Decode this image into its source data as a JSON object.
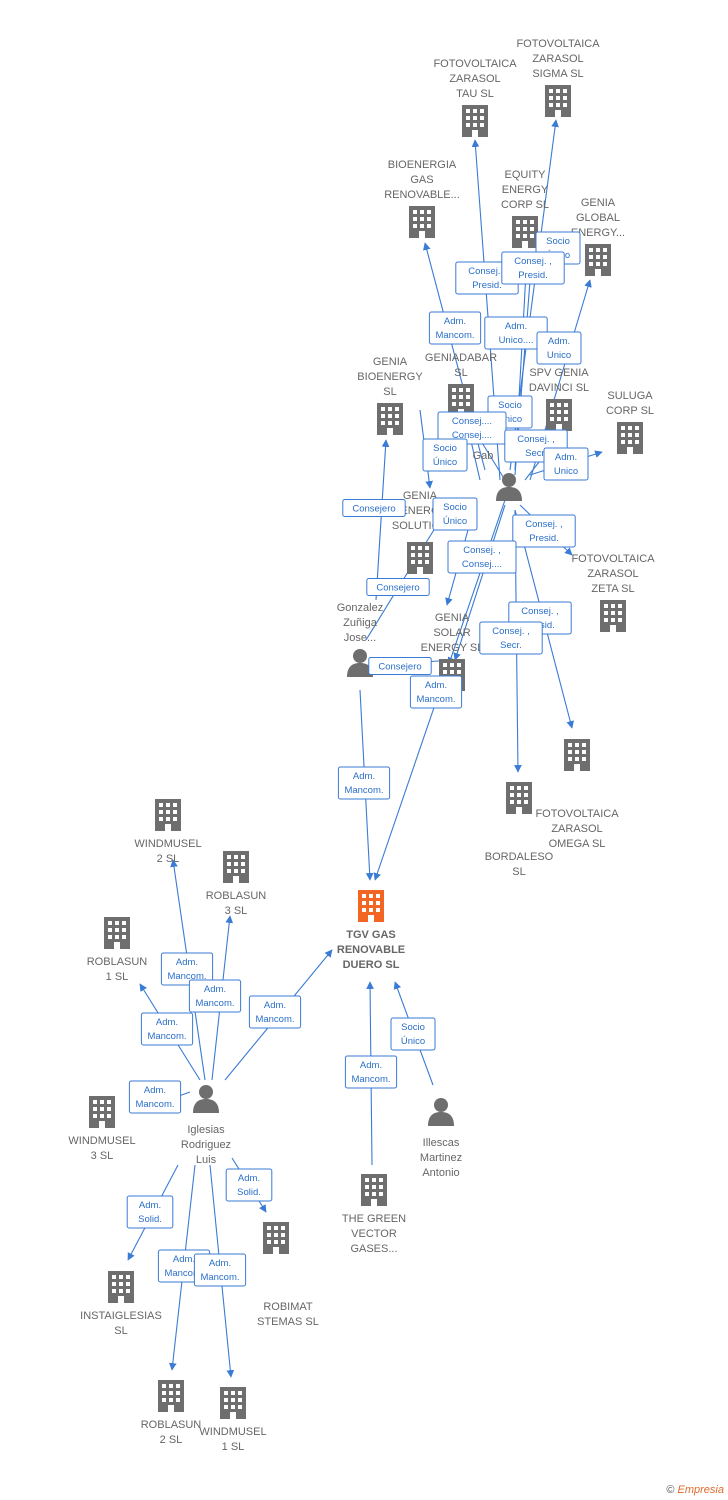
{
  "colors": {
    "edge": "#3a7bd5",
    "company": "#6e6e6e",
    "focus_company": "#f26522",
    "person": "#6e6e6e"
  },
  "nodes": [
    {
      "id": "tgv",
      "type": "company",
      "focus": true,
      "lines": [
        "TGV GAS",
        "RENOVABLE",
        "DUERO  SL"
      ]
    },
    {
      "id": "fz_tau",
      "type": "company",
      "lines": [
        "FOTOVOLTAICA",
        "ZARASOL",
        "TAU  SL"
      ]
    },
    {
      "id": "fz_sigma",
      "type": "company",
      "lines": [
        "FOTOVOLTAICA",
        "ZARASOL",
        "SIGMA  SL"
      ]
    },
    {
      "id": "bioenergia",
      "type": "company",
      "lines": [
        "BIOENERGIA",
        "GAS",
        "RENOVABLE..."
      ]
    },
    {
      "id": "equity",
      "type": "company",
      "lines": [
        "EQUITY",
        "ENERGY",
        "CORP SL"
      ]
    },
    {
      "id": "genia_global",
      "type": "company",
      "lines": [
        "GENIA",
        "GLOBAL",
        "ENERGY..."
      ]
    },
    {
      "id": "genia_bioenergy",
      "type": "company",
      "lines": [
        "GENIA",
        "BIOENERGY",
        "SL"
      ]
    },
    {
      "id": "geniadabar",
      "type": "company",
      "lines": [
        "GENIADABAR",
        "SL"
      ]
    },
    {
      "id": "spv_genia",
      "type": "company",
      "lines": [
        "SPV GENIA",
        "DAVINCI  SL"
      ]
    },
    {
      "id": "suluga",
      "type": "company",
      "lines": [
        "SULUGA",
        "CORP  SL"
      ]
    },
    {
      "id": "genia_solutions",
      "type": "company",
      "lines": [
        "GENIA",
        "ENERG",
        "SOLUTION"
      ]
    },
    {
      "id": "fz_zeta",
      "type": "company",
      "lines": [
        "FOTOVOLTAICA",
        "ZARASOL",
        "ZETA  SL"
      ]
    },
    {
      "id": "genia_solar",
      "type": "company",
      "lines": [
        "GENIA",
        "SOLAR",
        "ENERGY  SL"
      ]
    },
    {
      "id": "fz_omega",
      "type": "company",
      "lines": [
        "FOTOVOLTAICA",
        "ZARASOL",
        "OMEGA  SL"
      ]
    },
    {
      "id": "bordaleso",
      "type": "company",
      "lines": [
        "BORDALESO",
        "SL"
      ]
    },
    {
      "id": "gabriel",
      "type": "person",
      "lines": [
        "Gab"
      ]
    },
    {
      "id": "gonzalez",
      "type": "person",
      "lines": [
        "Gonzalez",
        "Zuñiga",
        "Jose..."
      ]
    },
    {
      "id": "windmusel2",
      "type": "company",
      "lines": [
        "WINDMUSEL",
        "2  SL"
      ]
    },
    {
      "id": "roblasun3",
      "type": "company",
      "lines": [
        "ROBLASUN",
        "3  SL"
      ]
    },
    {
      "id": "roblasun1",
      "type": "company",
      "lines": [
        "ROBLASUN",
        "1  SL"
      ]
    },
    {
      "id": "windmusel3",
      "type": "company",
      "lines": [
        "WINDMUSEL",
        "3  SL"
      ]
    },
    {
      "id": "iglesias",
      "type": "person",
      "lines": [
        "Iglesias",
        "Rodriguez",
        "Luis"
      ]
    },
    {
      "id": "instaiglesias",
      "type": "company",
      "lines": [
        "INSTAIGLESIAS",
        "SL"
      ]
    },
    {
      "id": "robimat",
      "type": "company",
      "lines": [
        "ROBIMAT",
        "STEMAS  SL"
      ]
    },
    {
      "id": "roblasun2",
      "type": "company",
      "lines": [
        "ROBLASUN",
        "2  SL"
      ]
    },
    {
      "id": "windmusel1",
      "type": "company",
      "lines": [
        "WINDMUSEL",
        "1  SL"
      ]
    },
    {
      "id": "green_vector",
      "type": "company",
      "lines": [
        "THE GREEN",
        "VECTOR",
        "GASES..."
      ]
    },
    {
      "id": "illescas",
      "type": "person",
      "lines": [
        "Illescas",
        "Martinez",
        "Antonio"
      ]
    }
  ],
  "relations": [
    {
      "id": "r1",
      "lines": [
        "Adm.",
        "Mancom."
      ]
    },
    {
      "id": "r2",
      "lines": [
        "Adm.",
        "Mancom."
      ]
    },
    {
      "id": "r3",
      "lines": [
        "Consejero"
      ]
    },
    {
      "id": "r4",
      "lines": [
        "Consejero"
      ]
    },
    {
      "id": "r5",
      "lines": [
        "Consejero"
      ]
    },
    {
      "id": "r6",
      "lines": [
        "Consej. ,",
        "Presid."
      ]
    },
    {
      "id": "r7",
      "lines": [
        "Socio",
        "Único"
      ]
    },
    {
      "id": "r8",
      "lines": [
        "Consej. ,",
        "Presid."
      ]
    },
    {
      "id": "r9",
      "lines": [
        "Adm.",
        "Mancom."
      ]
    },
    {
      "id": "r10",
      "lines": [
        "Adm.",
        "Unico...."
      ]
    },
    {
      "id": "r11",
      "lines": [
        "Adm.",
        "Unico"
      ]
    },
    {
      "id": "r12",
      "lines": [
        "Socio",
        "Único"
      ]
    },
    {
      "id": "r13",
      "lines": [
        "Consej....",
        "Consej...."
      ]
    },
    {
      "id": "r14",
      "lines": [
        "Consej. ,",
        "Secr."
      ]
    },
    {
      "id": "r15",
      "lines": [
        "Adm.",
        "Unico"
      ]
    },
    {
      "id": "r16",
      "lines": [
        "Socio",
        "Único"
      ]
    },
    {
      "id": "r17",
      "lines": [
        "Socio",
        "Único"
      ]
    },
    {
      "id": "r18",
      "lines": [
        "Consej. ,",
        "Presid."
      ]
    },
    {
      "id": "r19",
      "lines": [
        "Consej. ,",
        "Consej...."
      ]
    },
    {
      "id": "r20",
      "lines": [
        "Consej. ,",
        "Presid."
      ]
    },
    {
      "id": "r21",
      "lines": [
        "Consej. ,",
        "Secr."
      ]
    },
    {
      "id": "r22",
      "lines": [
        "Adm.",
        "Mancom."
      ]
    },
    {
      "id": "r23",
      "lines": [
        "Adm.",
        "Mancom."
      ]
    },
    {
      "id": "r24",
      "lines": [
        "Adm.",
        "Mancom."
      ]
    },
    {
      "id": "r25",
      "lines": [
        "Adm.",
        "Mancom."
      ]
    },
    {
      "id": "r26",
      "lines": [
        "Adm.",
        "Mancom."
      ]
    },
    {
      "id": "r27",
      "lines": [
        "Adm.",
        "Mancom."
      ]
    },
    {
      "id": "r28",
      "lines": [
        "Adm.",
        "Solid."
      ]
    },
    {
      "id": "r29",
      "lines": [
        "Adm.",
        "Solid."
      ]
    },
    {
      "id": "r30",
      "lines": [
        "Adm.",
        "Mancom."
      ]
    },
    {
      "id": "r31",
      "lines": [
        "Adm.",
        "Mancom."
      ]
    },
    {
      "id": "r32",
      "lines": [
        "Socio",
        "Único"
      ]
    },
    {
      "id": "r33",
      "lines": [
        "Adm.",
        "Mancom."
      ]
    }
  ],
  "footer": {
    "copyright": "©",
    "brand": "Empresia"
  }
}
